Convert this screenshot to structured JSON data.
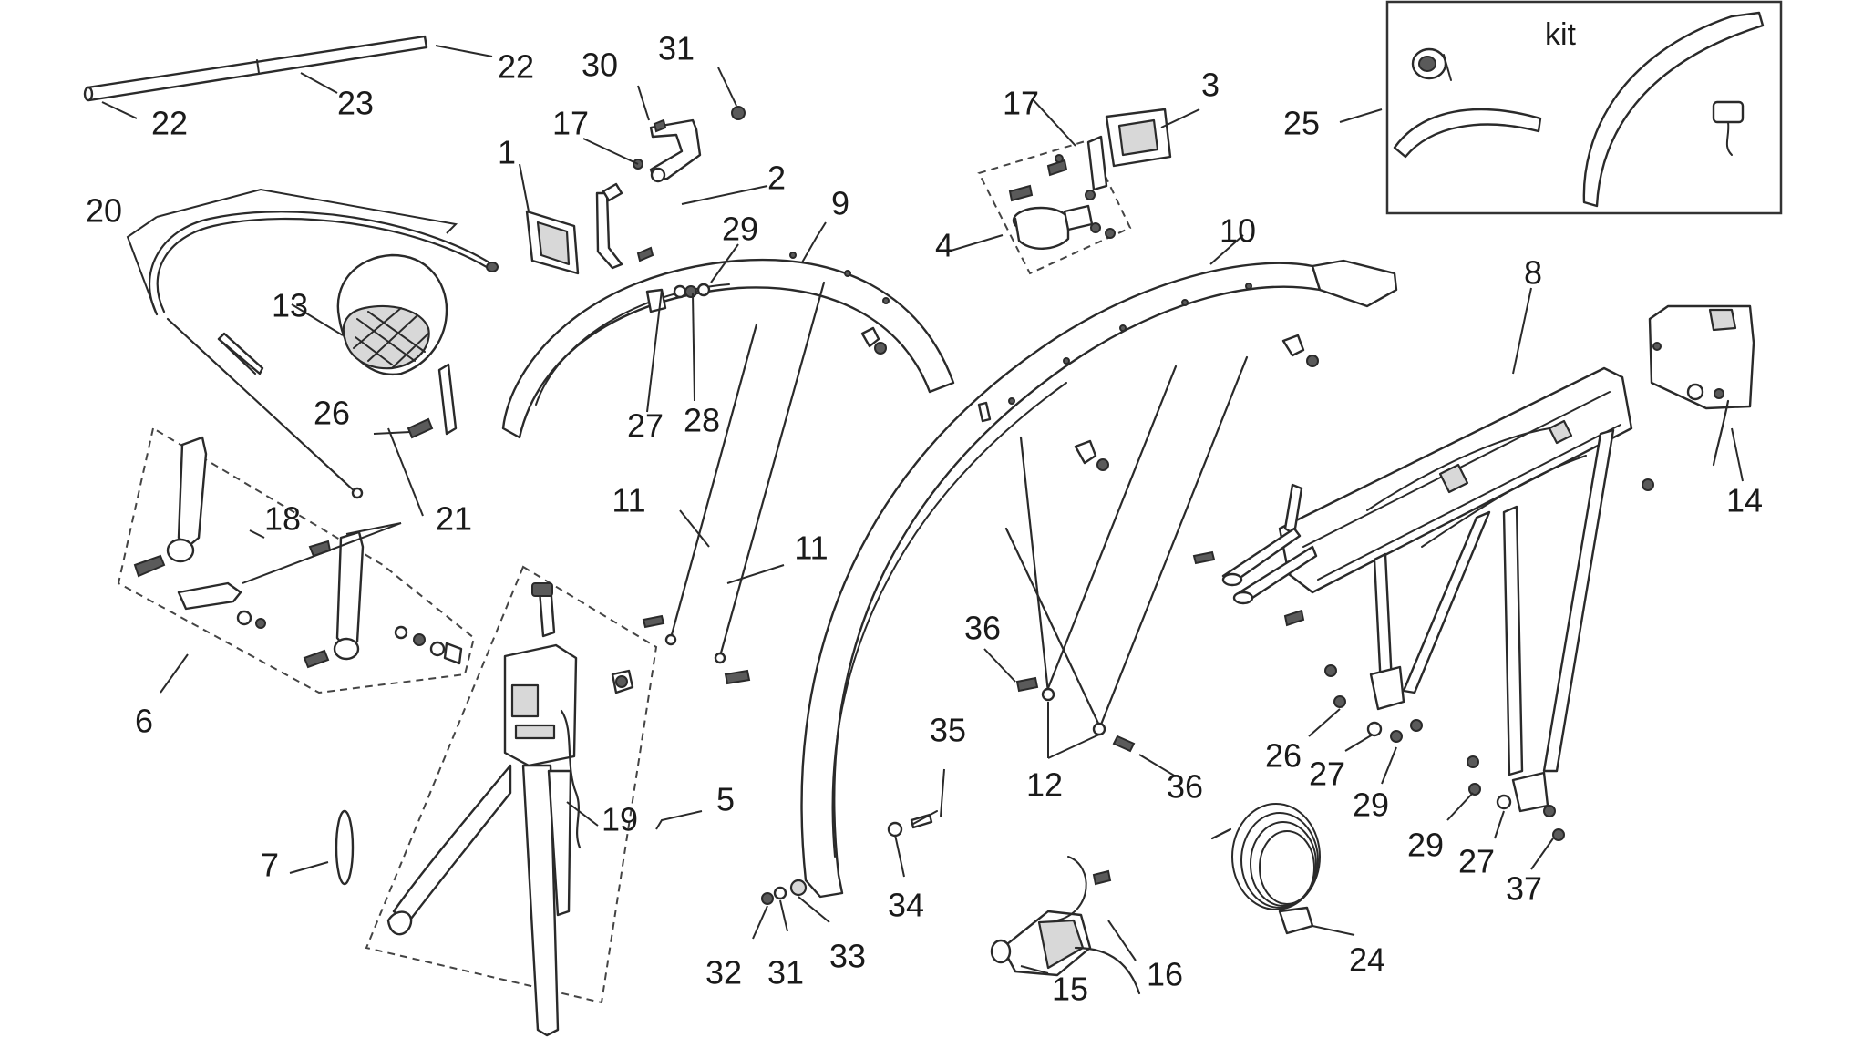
{
  "kit_label": "kit",
  "labels": {
    "l1": "1",
    "l2": "2",
    "l3": "3",
    "l4": "4",
    "l5": "5",
    "l6": "6",
    "l7": "7",
    "l8": "8",
    "l9": "9",
    "l10": "10",
    "l11a": "11",
    "l11b": "11",
    "l12": "12",
    "l13": "13",
    "l14": "14",
    "l15": "15",
    "l16": "16",
    "l17a": "17",
    "l17b": "17",
    "l18": "18",
    "l19": "19",
    "l20": "20",
    "l21": "21",
    "l22a": "22",
    "l22b": "22",
    "l23": "23",
    "l24": "24",
    "l25": "25",
    "l26a": "26",
    "l26b": "26",
    "l27a": "27",
    "l27b": "27",
    "l27c": "27",
    "l28": "28",
    "l29a": "29",
    "l29b": "29",
    "l29c": "29",
    "l30": "30",
    "l31a": "31",
    "l31b": "31",
    "l32": "32",
    "l33": "33",
    "l34": "34",
    "l35": "35",
    "l36a": "36",
    "l36b": "36",
    "l37": "37"
  },
  "colors": {
    "line": "#2a2a2a",
    "background": "#ffffff"
  }
}
